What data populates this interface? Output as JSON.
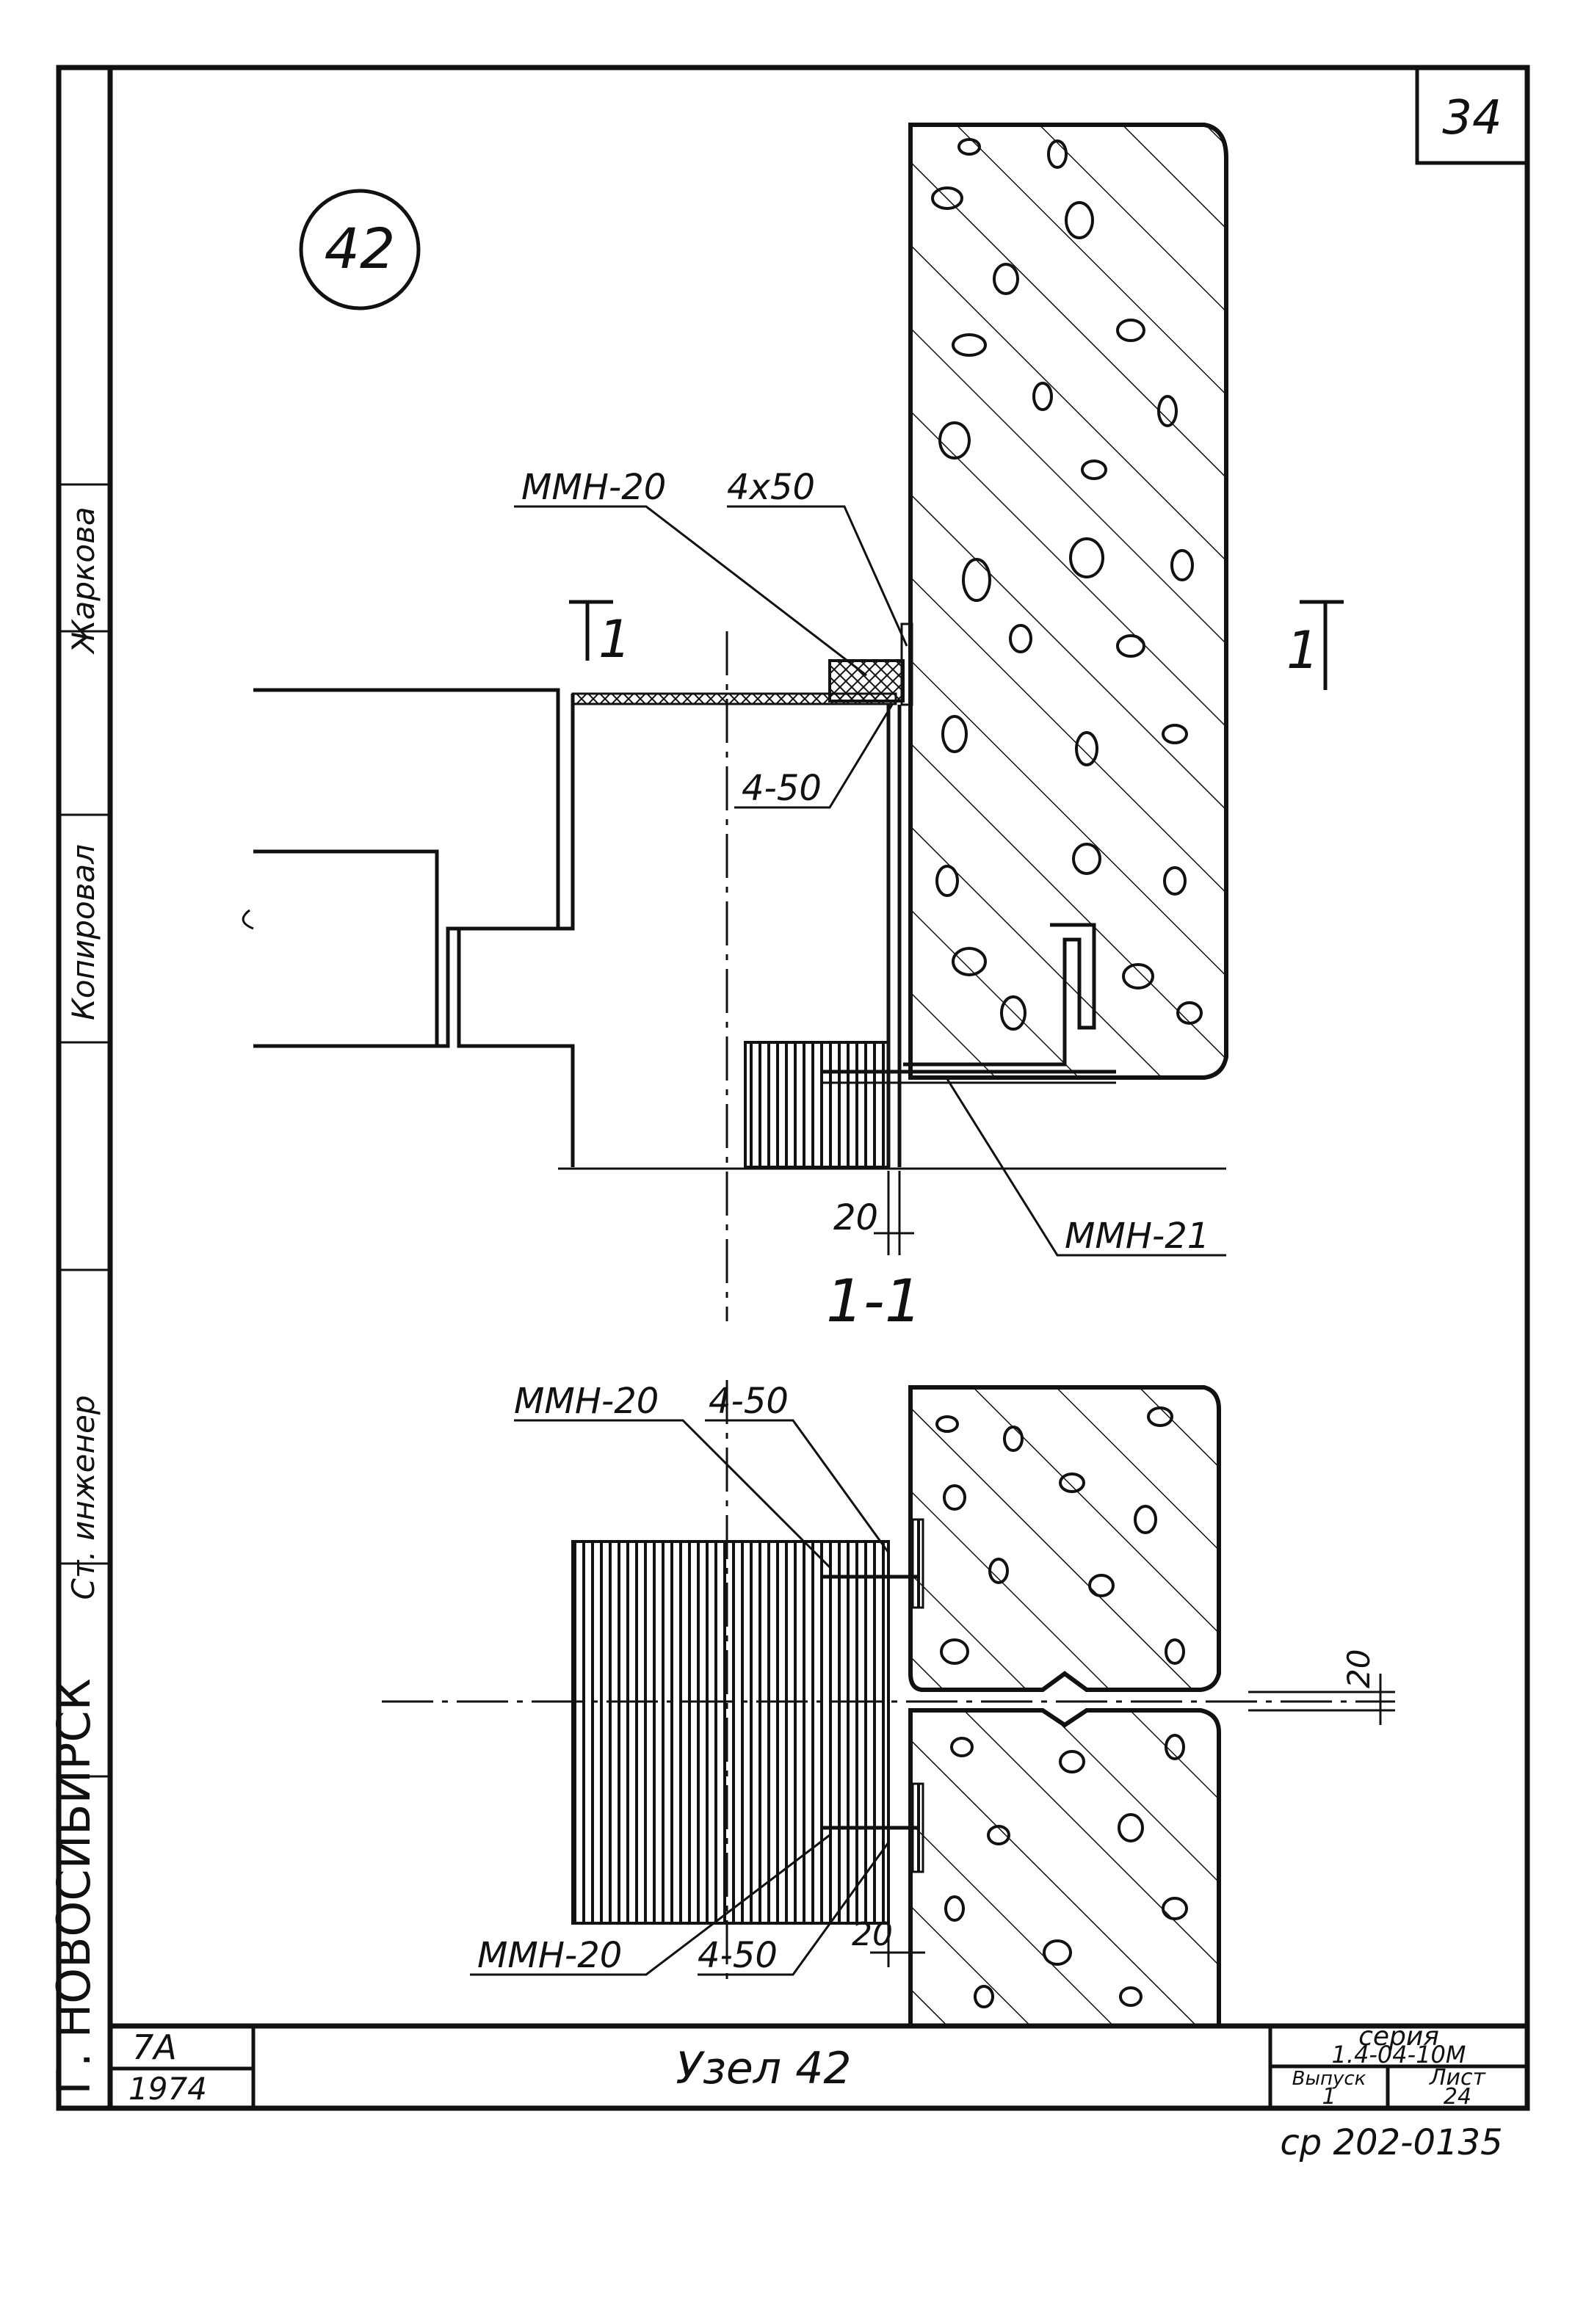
{
  "sheet": {
    "page_number": "34",
    "node_number": "42",
    "left_stamps": [
      "Жаркова",
      "Копировал",
      "Ст. инженер"
    ],
    "city": "Г. НОВОСИБИРСК"
  },
  "plan": {
    "labels": {
      "mmn20": "ММН-20",
      "plate_top": "4х50",
      "plate_mid": "4-50",
      "mmn21": "ММН-21",
      "dim20": "20",
      "section_marker_left": "1",
      "section_marker_right": "1"
    }
  },
  "section": {
    "title": "1-1",
    "labels": {
      "mmn20_top": "ММН-20",
      "plate_top": "4-50",
      "mmn20_bottom": "ММН-20",
      "plate_bottom": "4-50",
      "dim20_right": "20",
      "dim20_bottom": "20"
    }
  },
  "title_block": {
    "code": "7А",
    "year": "1974",
    "title": "Узел 42",
    "series_label": "серия",
    "series_value": "1.4-04-10М",
    "issue_label": "Выпуск",
    "issue_value": "1",
    "sheet_label": "Лист",
    "sheet_value": "24",
    "registry": "ср 202-0135"
  }
}
